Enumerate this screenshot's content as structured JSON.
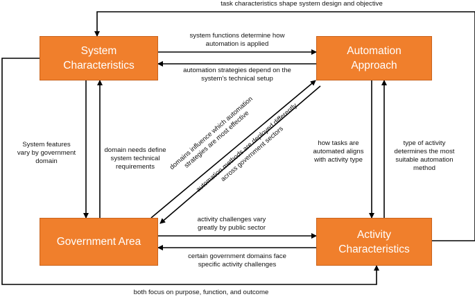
{
  "nodes": {
    "system": "System\nCharacteristics",
    "automation": "Automation\nApproach",
    "government": "Government Area",
    "activity": "Activity\nCharacteristics"
  },
  "edges": {
    "task_shape": "task characteristics shape system design and objective",
    "sys_to_auto": "system functions determine how\nautomation is applied",
    "auto_to_sys": "automation strategies depend on the\nsystem's technical setup",
    "sys_to_gov": "System features\nvary by government\ndomain",
    "gov_to_sys": "domain needs define\nsystem technical\nrequirements",
    "gov_to_auto": "domains influence which automation\nstrategies are most effective",
    "auto_to_gov": "automation methods are deployed differently\nacross government sectors",
    "auto_to_act": "how tasks are\nautomated aligns\nwith activity type",
    "act_to_auto": "type of activity\ndetermines the most\nsuitable automation\nmethod",
    "gov_to_act": "activity challenges vary\ngreatly by public sector",
    "act_to_gov": "certain government domains face\nspecific activity challenges",
    "both_focus": "both focus on purpose, function, and outcome"
  }
}
